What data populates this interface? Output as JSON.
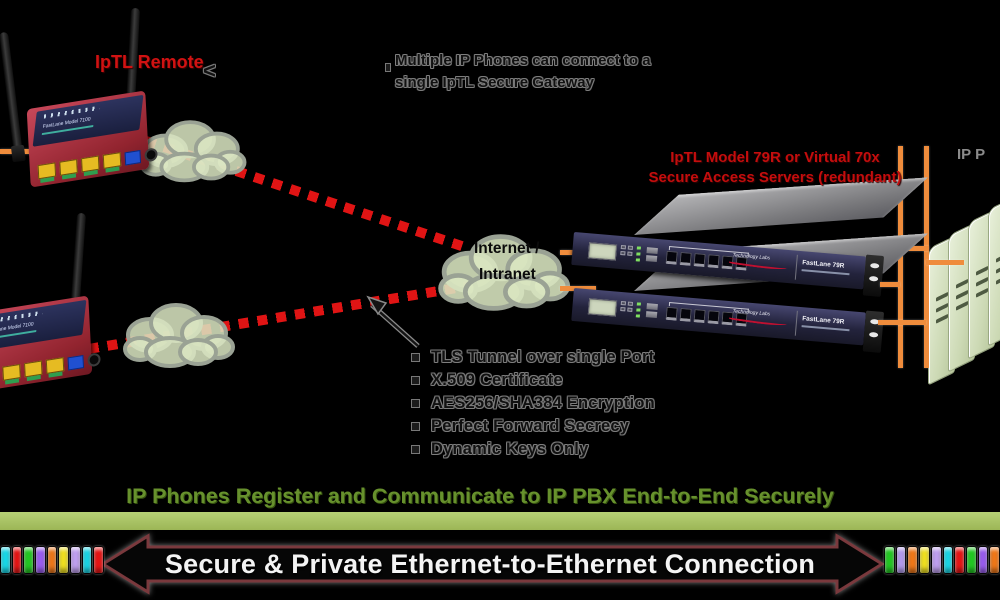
{
  "remote": {
    "label": "IpTL Remote",
    "device_brand": "FastLane Model 7100"
  },
  "note": {
    "pointer": "<",
    "line1": "Multiple IP Phones can connect to a",
    "line2": "single IpTL Secure Gateway"
  },
  "cloud_center": {
    "line1": "Internet /",
    "line2": "Intranet"
  },
  "server_caption": {
    "line1": "IpTL Model 79R or Virtual 70x",
    "line2": "Secure Access Servers (redundant)"
  },
  "server": {
    "brand": "Technology Labs",
    "model": "FastLane 79R"
  },
  "features": {
    "items": [
      "TLS Tunnel over single Port",
      "X.509 Certificate",
      "AES256/SHA384 Encryption",
      "Perfect Forward Secrecy",
      "Dynamic Keys Only"
    ]
  },
  "pbx_label": "IP P",
  "headline": "IP Phones Register and Communicate to IP PBX End-to-End Securely",
  "banner": {
    "text": "Secure & Private Ethernet-to-Ethernet Connection"
  },
  "colors": {
    "orange_line": "#ef8c3c",
    "dash_red": "#e01414",
    "cloud_fill": "#dbe7c2",
    "caption_red": "#c40d0d",
    "headline_green": "#67912d",
    "bar_green": "#a9c266",
    "arrow_border": "#7a393d"
  },
  "ribbon_left": [
    "#18d8e8",
    "#e81414",
    "#22c822",
    "#9a5cf0",
    "#f07818",
    "#f0e020",
    "#c0a0f0",
    "#18d8e8",
    "#e81414"
  ],
  "ribbon_right": [
    "#22c822",
    "#b49cf0",
    "#f07818",
    "#f0e020",
    "#c0a0f0",
    "#18d8e8",
    "#e81414",
    "#22c822",
    "#9a5cf0",
    "#f07818"
  ]
}
